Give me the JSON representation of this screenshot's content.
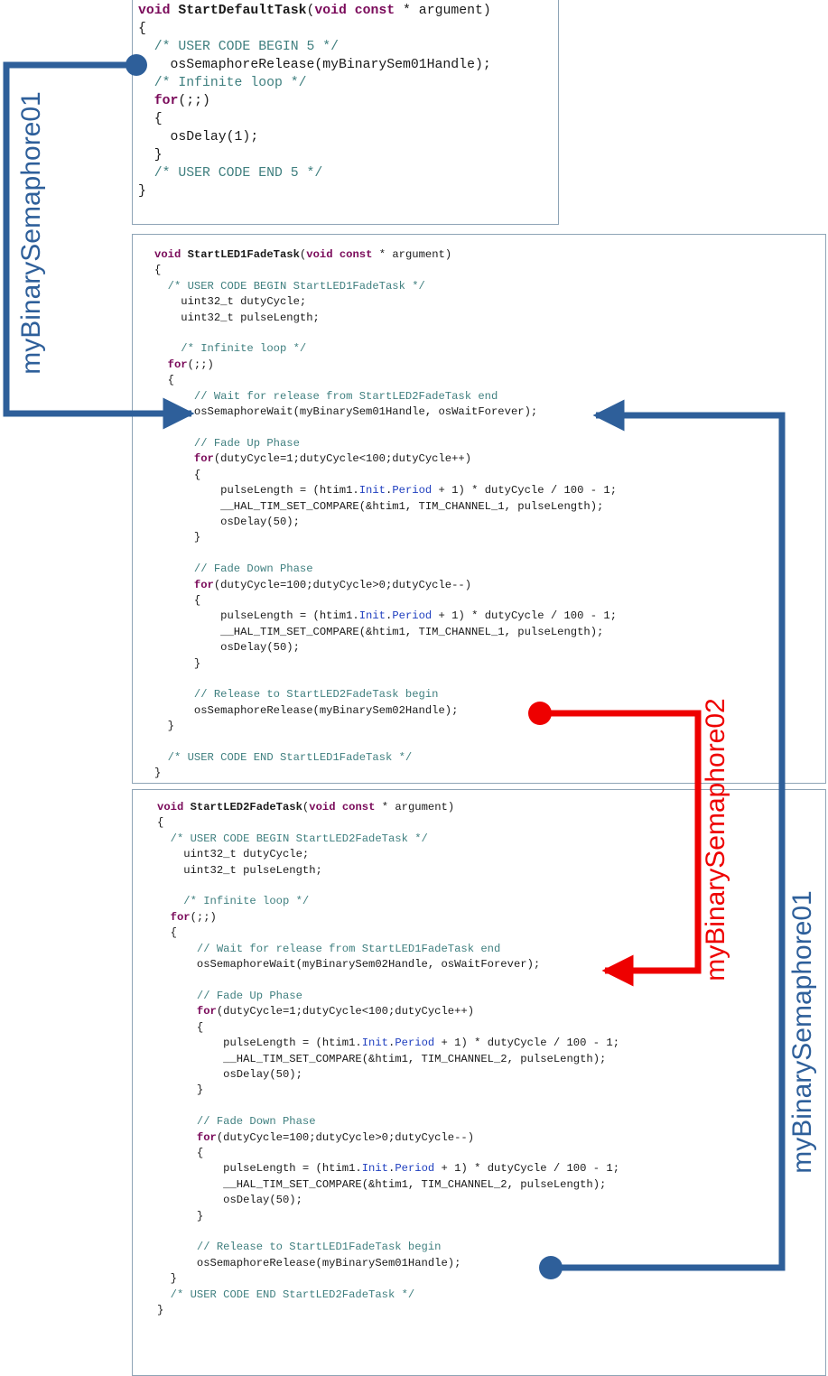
{
  "panels": [
    {
      "id": "default-task",
      "lines": [
        [
          [
            "kw",
            "void "
          ],
          [
            "fn",
            "StartDefaultTask"
          ],
          [
            "t",
            "("
          ],
          [
            "kw",
            "void const"
          ],
          [
            "t",
            " * argument)"
          ]
        ],
        [
          [
            "t",
            "{"
          ]
        ],
        [
          [
            "cm",
            "  /* USER CODE BEGIN 5 */"
          ]
        ],
        [
          [
            "t",
            "    osSemaphoreRelease(myBinarySem01Handle);"
          ]
        ],
        [
          [
            "cm",
            "  /* Infinite loop */"
          ]
        ],
        [
          [
            "kw",
            "  for"
          ],
          [
            "t",
            "(;;)"
          ]
        ],
        [
          [
            "t",
            "  {"
          ]
        ],
        [
          [
            "t",
            "    osDelay(1);"
          ]
        ],
        [
          [
            "t",
            "  }"
          ]
        ],
        [
          [
            "cm",
            "  /* USER CODE END 5 */"
          ]
        ],
        [
          [
            "t",
            "}"
          ]
        ]
      ]
    },
    {
      "id": "led1-task",
      "lines": [
        [
          [
            "kw",
            "void "
          ],
          [
            "fn",
            "StartLED1FadeTask"
          ],
          [
            "t",
            "("
          ],
          [
            "kw",
            "void const"
          ],
          [
            "t",
            " * argument)"
          ]
        ],
        [
          [
            "t",
            "{"
          ]
        ],
        [
          [
            "cm",
            "  /* USER CODE BEGIN StartLED1FadeTask */"
          ]
        ],
        [
          [
            "t",
            "    uint32_t dutyCycle;"
          ]
        ],
        [
          [
            "t",
            "    uint32_t pulseLength;"
          ]
        ],
        [
          [
            "t",
            ""
          ]
        ],
        [
          [
            "cm",
            "    /* Infinite loop */"
          ]
        ],
        [
          [
            "kw",
            "  for"
          ],
          [
            "t",
            "(;;)"
          ]
        ],
        [
          [
            "t",
            "  {"
          ]
        ],
        [
          [
            "cm",
            "      // Wait for release from StartLED2FadeTask end"
          ]
        ],
        [
          [
            "t",
            "      osSemaphoreWait(myBinarySem01Handle, osWaitForever);"
          ]
        ],
        [
          [
            "t",
            ""
          ]
        ],
        [
          [
            "cm",
            "      // Fade Up Phase"
          ]
        ],
        [
          [
            "kw",
            "      for"
          ],
          [
            "t",
            "(dutyCycle=1;dutyCycle<100;dutyCycle++)"
          ]
        ],
        [
          [
            "t",
            "      {"
          ]
        ],
        [
          [
            "t",
            "          pulseLength = (htim1."
          ],
          [
            "fld",
            "Init"
          ],
          [
            "t",
            "."
          ],
          [
            "fld",
            "Period"
          ],
          [
            "t",
            " + 1) * dutyCycle / 100 - 1;"
          ]
        ],
        [
          [
            "t",
            "          __HAL_TIM_SET_COMPARE(&htim1, TIM_CHANNEL_1, pulseLength);"
          ]
        ],
        [
          [
            "t",
            "          osDelay(50);"
          ]
        ],
        [
          [
            "t",
            "      }"
          ]
        ],
        [
          [
            "t",
            ""
          ]
        ],
        [
          [
            "cm",
            "      // Fade Down Phase"
          ]
        ],
        [
          [
            "kw",
            "      for"
          ],
          [
            "t",
            "(dutyCycle=100;dutyCycle>0;dutyCycle--)"
          ]
        ],
        [
          [
            "t",
            "      {"
          ]
        ],
        [
          [
            "t",
            "          pulseLength = (htim1."
          ],
          [
            "fld",
            "Init"
          ],
          [
            "t",
            "."
          ],
          [
            "fld",
            "Period"
          ],
          [
            "t",
            " + 1) * dutyCycle / 100 - 1;"
          ]
        ],
        [
          [
            "t",
            "          __HAL_TIM_SET_COMPARE(&htim1, TIM_CHANNEL_1, pulseLength);"
          ]
        ],
        [
          [
            "t",
            "          osDelay(50);"
          ]
        ],
        [
          [
            "t",
            "      }"
          ]
        ],
        [
          [
            "t",
            ""
          ]
        ],
        [
          [
            "cm",
            "      // Release to StartLED2FadeTask begin"
          ]
        ],
        [
          [
            "t",
            "      osSemaphoreRelease(myBinarySem02Handle);"
          ]
        ],
        [
          [
            "t",
            "  }"
          ]
        ],
        [
          [
            "t",
            ""
          ]
        ],
        [
          [
            "cm",
            "  /* USER CODE END StartLED1FadeTask */"
          ]
        ],
        [
          [
            "t",
            "}"
          ]
        ]
      ]
    },
    {
      "id": "led2-task",
      "lines": [
        [
          [
            "kw",
            "void "
          ],
          [
            "fn",
            "StartLED2FadeTask"
          ],
          [
            "t",
            "("
          ],
          [
            "kw",
            "void const"
          ],
          [
            "t",
            " * argument)"
          ]
        ],
        [
          [
            "t",
            "{"
          ]
        ],
        [
          [
            "cm",
            "  /* USER CODE BEGIN StartLED2FadeTask */"
          ]
        ],
        [
          [
            "t",
            "    uint32_t dutyCycle;"
          ]
        ],
        [
          [
            "t",
            "    uint32_t pulseLength;"
          ]
        ],
        [
          [
            "t",
            ""
          ]
        ],
        [
          [
            "cm",
            "    /* Infinite loop */"
          ]
        ],
        [
          [
            "kw",
            "  for"
          ],
          [
            "t",
            "(;;)"
          ]
        ],
        [
          [
            "t",
            "  {"
          ]
        ],
        [
          [
            "cm",
            "      // Wait for release from StartLED1FadeTask end"
          ]
        ],
        [
          [
            "t",
            "      osSemaphoreWait(myBinarySem02Handle, osWaitForever);"
          ]
        ],
        [
          [
            "t",
            ""
          ]
        ],
        [
          [
            "cm",
            "      // Fade Up Phase"
          ]
        ],
        [
          [
            "kw",
            "      for"
          ],
          [
            "t",
            "(dutyCycle=1;dutyCycle<100;dutyCycle++)"
          ]
        ],
        [
          [
            "t",
            "      {"
          ]
        ],
        [
          [
            "t",
            "          pulseLength = (htim1."
          ],
          [
            "fld",
            "Init"
          ],
          [
            "t",
            "."
          ],
          [
            "fld",
            "Period"
          ],
          [
            "t",
            " + 1) * dutyCycle / 100 - 1;"
          ]
        ],
        [
          [
            "t",
            "          __HAL_TIM_SET_COMPARE(&htim1, TIM_CHANNEL_2, pulseLength);"
          ]
        ],
        [
          [
            "t",
            "          osDelay(50);"
          ]
        ],
        [
          [
            "t",
            "      }"
          ]
        ],
        [
          [
            "t",
            ""
          ]
        ],
        [
          [
            "cm",
            "      // Fade Down Phase"
          ]
        ],
        [
          [
            "kw",
            "      for"
          ],
          [
            "t",
            "(dutyCycle=100;dutyCycle>0;dutyCycle--)"
          ]
        ],
        [
          [
            "t",
            "      {"
          ]
        ],
        [
          [
            "t",
            "          pulseLength = (htim1."
          ],
          [
            "fld",
            "Init"
          ],
          [
            "t",
            "."
          ],
          [
            "fld",
            "Period"
          ],
          [
            "t",
            " + 1) * dutyCycle / 100 - 1;"
          ]
        ],
        [
          [
            "t",
            "          __HAL_TIM_SET_COMPARE(&htim1, TIM_CHANNEL_2, pulseLength);"
          ]
        ],
        [
          [
            "t",
            "          osDelay(50);"
          ]
        ],
        [
          [
            "t",
            "      }"
          ]
        ],
        [
          [
            "t",
            ""
          ]
        ],
        [
          [
            "cm",
            "      // Release to StartLED1FadeTask begin"
          ]
        ],
        [
          [
            "t",
            "      osSemaphoreRelease(myBinarySem01Handle);"
          ]
        ],
        [
          [
            "t",
            "  }"
          ]
        ],
        [
          [
            "cm",
            "  /* USER CODE END StartLED2FadeTask */"
          ]
        ],
        [
          [
            "t",
            "}"
          ]
        ]
      ]
    }
  ],
  "connectors": {
    "sem01_label": "myBinarySemaphore01",
    "sem02_label": "myBinarySemaphore02",
    "sem01_color": "#2e5f9a",
    "sem02_color": "#ee0000"
  }
}
